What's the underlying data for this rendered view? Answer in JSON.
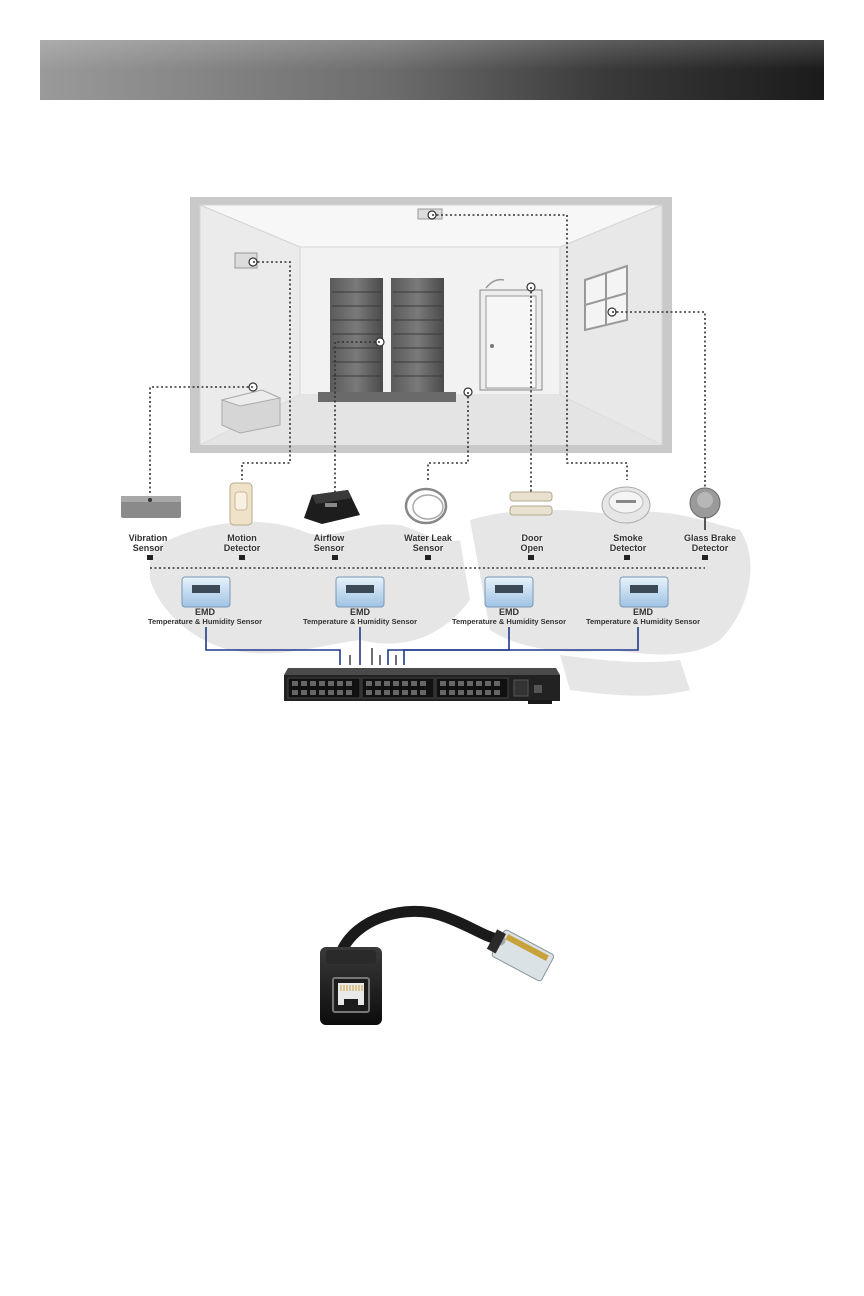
{
  "sensors": [
    {
      "line1": "Vibration",
      "line2": "Sensor"
    },
    {
      "line1": "Motion",
      "line2": "Detector"
    },
    {
      "line1": "Airflow",
      "line2": "Sensor"
    },
    {
      "line1": "Water Leak",
      "line2": "Sensor"
    },
    {
      "line1": "Door",
      "line2": "Open"
    },
    {
      "line1": "Smoke",
      "line2": "Detector"
    },
    {
      "line1": "Glass Brake",
      "line2": "Detector"
    }
  ],
  "emd_units": [
    {
      "name": "EMD",
      "sub": "Temperature & Humidity Sensor"
    },
    {
      "name": "EMD",
      "sub": "Temperature & Humidity Sensor"
    },
    {
      "name": "EMD",
      "sub": "Temperature & Humidity Sensor"
    },
    {
      "name": "EMD",
      "sub": "Temperature & Humidity Sensor"
    }
  ],
  "colors": {
    "dotted_line": "#333333",
    "cable": "#1f3a8a",
    "room_frame": "#bdbdbd",
    "map": "#e6e6e6"
  },
  "icons": {
    "header": "header-banner",
    "room": "server-room-icon",
    "switch": "network-switch-icon",
    "adapter": "rj45-adapter-cable-icon"
  }
}
